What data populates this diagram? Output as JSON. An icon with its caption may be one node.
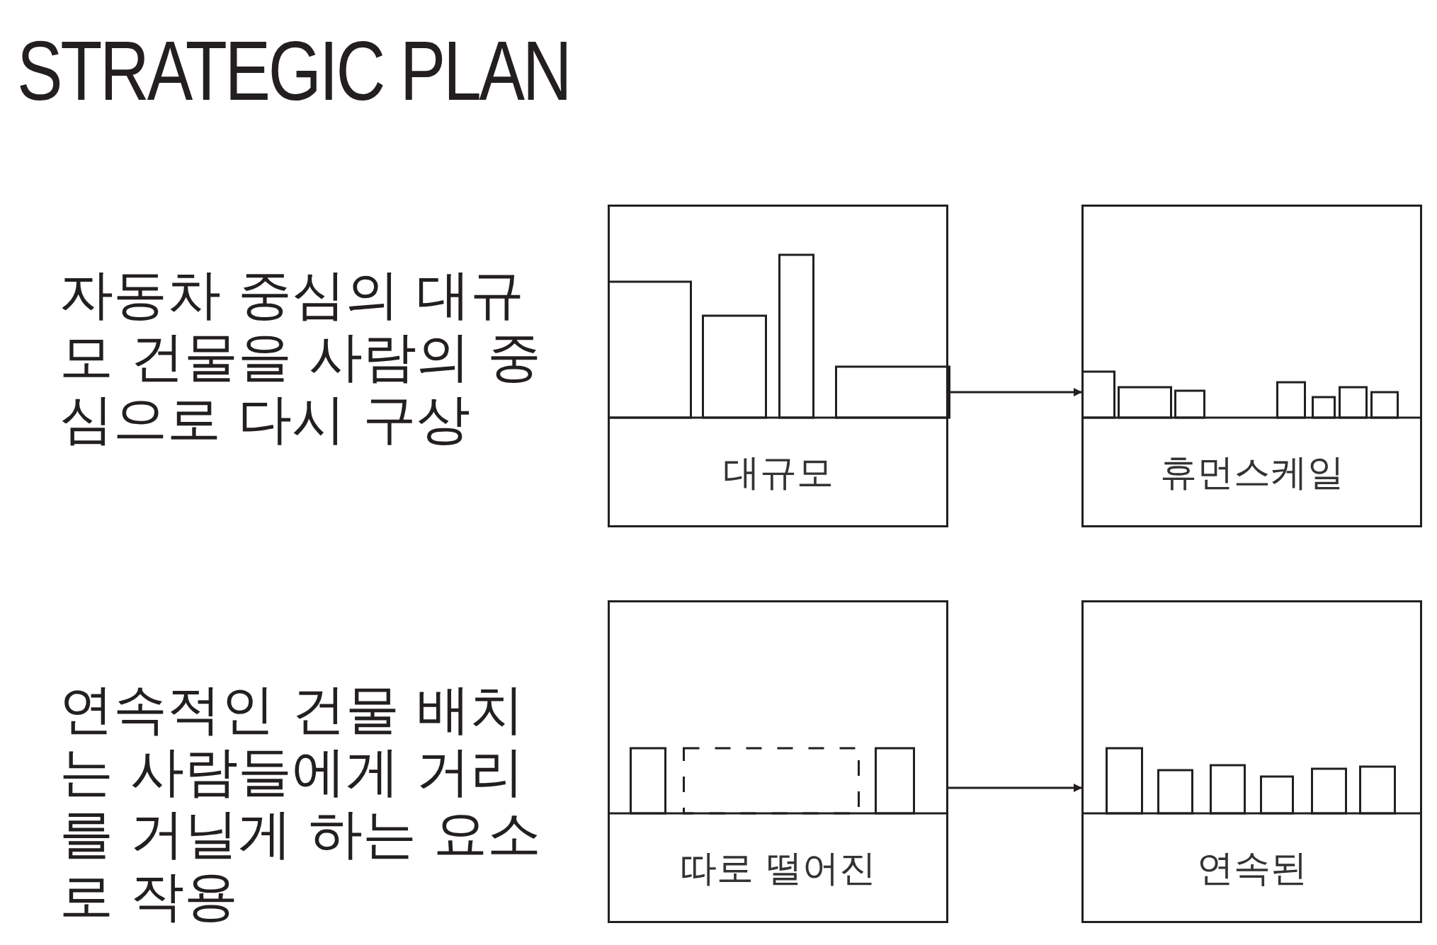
{
  "diagram": {
    "title": "STRATEGIC PLAN",
    "nodes": [
      {
        "text": [
          "대규모"
        ]
      },
      {
        "text": [
          "휴먼스케일"
        ]
      },
      {
        "text": [
          "따로 떨어진"
        ]
      },
      {
        "text": [
          "연속된"
        ]
      }
    ],
    "edges": [
      {
        "from": 0,
        "to": 1,
        "arrow": "to"
      },
      {
        "from": 2,
        "to": 3,
        "arrow": "to"
      }
    ],
    "labels": [
      "자동차 중심의 대규모 건물을 사람의 중심으로 다시 구상",
      "연속적인 건물 배치는 사람들에게 거리를 거닐게 하는 요소로 작용"
    ]
  }
}
